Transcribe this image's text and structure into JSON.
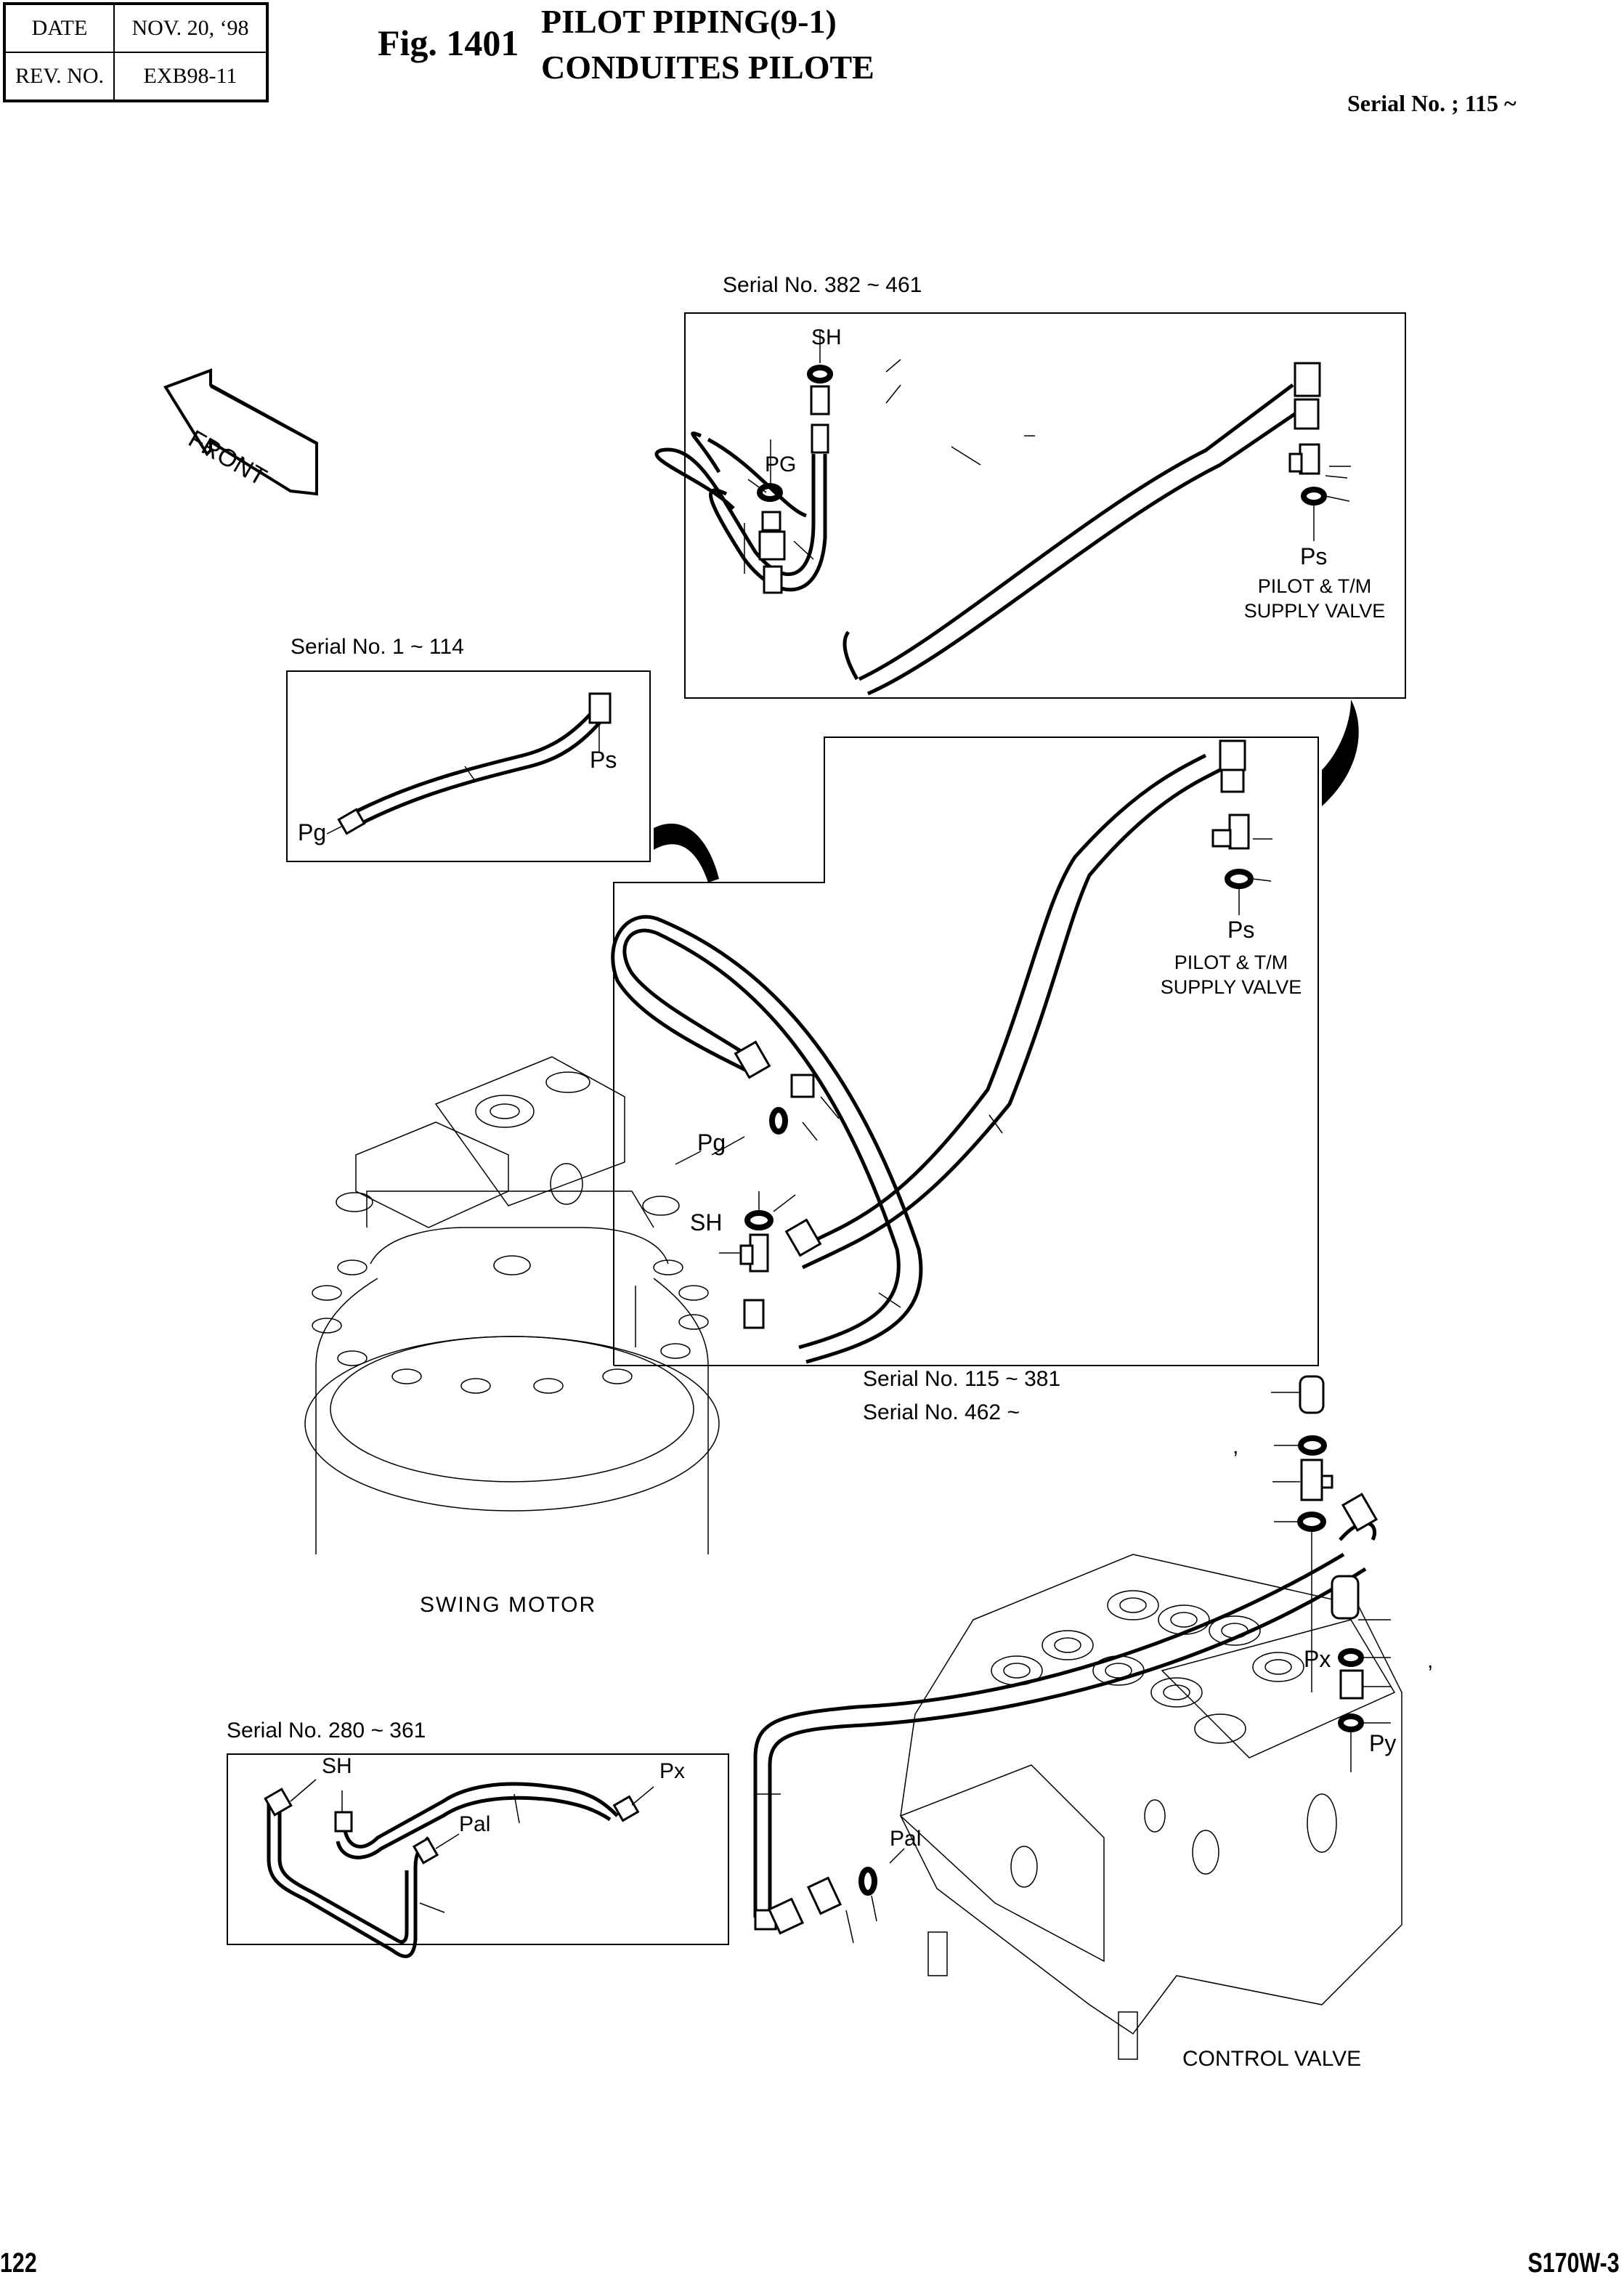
{
  "header": {
    "date_label": "DATE",
    "date_value": "NOV. 20, ‘98",
    "rev_label": "REV. NO.",
    "rev_value": "EXB98-11",
    "figure_number": "Fig. 1401",
    "title_en": "PILOT PIPING(9-1)",
    "title_fr": "CONDUITES PILOTE",
    "serial_range": "Serial No. ; 115 ~"
  },
  "direction_arrow": {
    "label": "FRONT",
    "icon": "front-arrow-icon"
  },
  "callouts": [
    {
      "id": "serial-382-461",
      "title": "Serial No. 382 ~ 461",
      "labels": [
        "SH",
        "PG",
        "Ps"
      ],
      "note_lines": [
        "PILOT & T/M",
        "SUPPLY VALVE"
      ]
    },
    {
      "id": "serial-1-114",
      "title": "Serial No. 1 ~ 114",
      "labels": [
        "Ps",
        "Pg"
      ]
    },
    {
      "id": "serial-280-361",
      "title": "Serial No. 280 ~ 361",
      "labels": [
        "SH",
        "Px",
        "Pal"
      ]
    }
  ],
  "main_view": {
    "labels": {
      "ps": "Ps",
      "pg": "Pg",
      "sh": "SH"
    },
    "note_lines": [
      "PILOT & T/M",
      "SUPPLY VALVE"
    ],
    "serial_lines": [
      "Serial No. 115 ~ 381",
      "Serial No. 462 ~"
    ]
  },
  "control_valve_area": {
    "labels": {
      "px": "Px",
      "py": "Py",
      "pal": "Pal"
    },
    "marks": [
      ",",
      ","
    ]
  },
  "components": {
    "swing_motor": "SWING MOTOR",
    "control_valve": "CONTROL VALVE"
  },
  "footer": {
    "page_number": "122",
    "model": "S170W-3"
  }
}
